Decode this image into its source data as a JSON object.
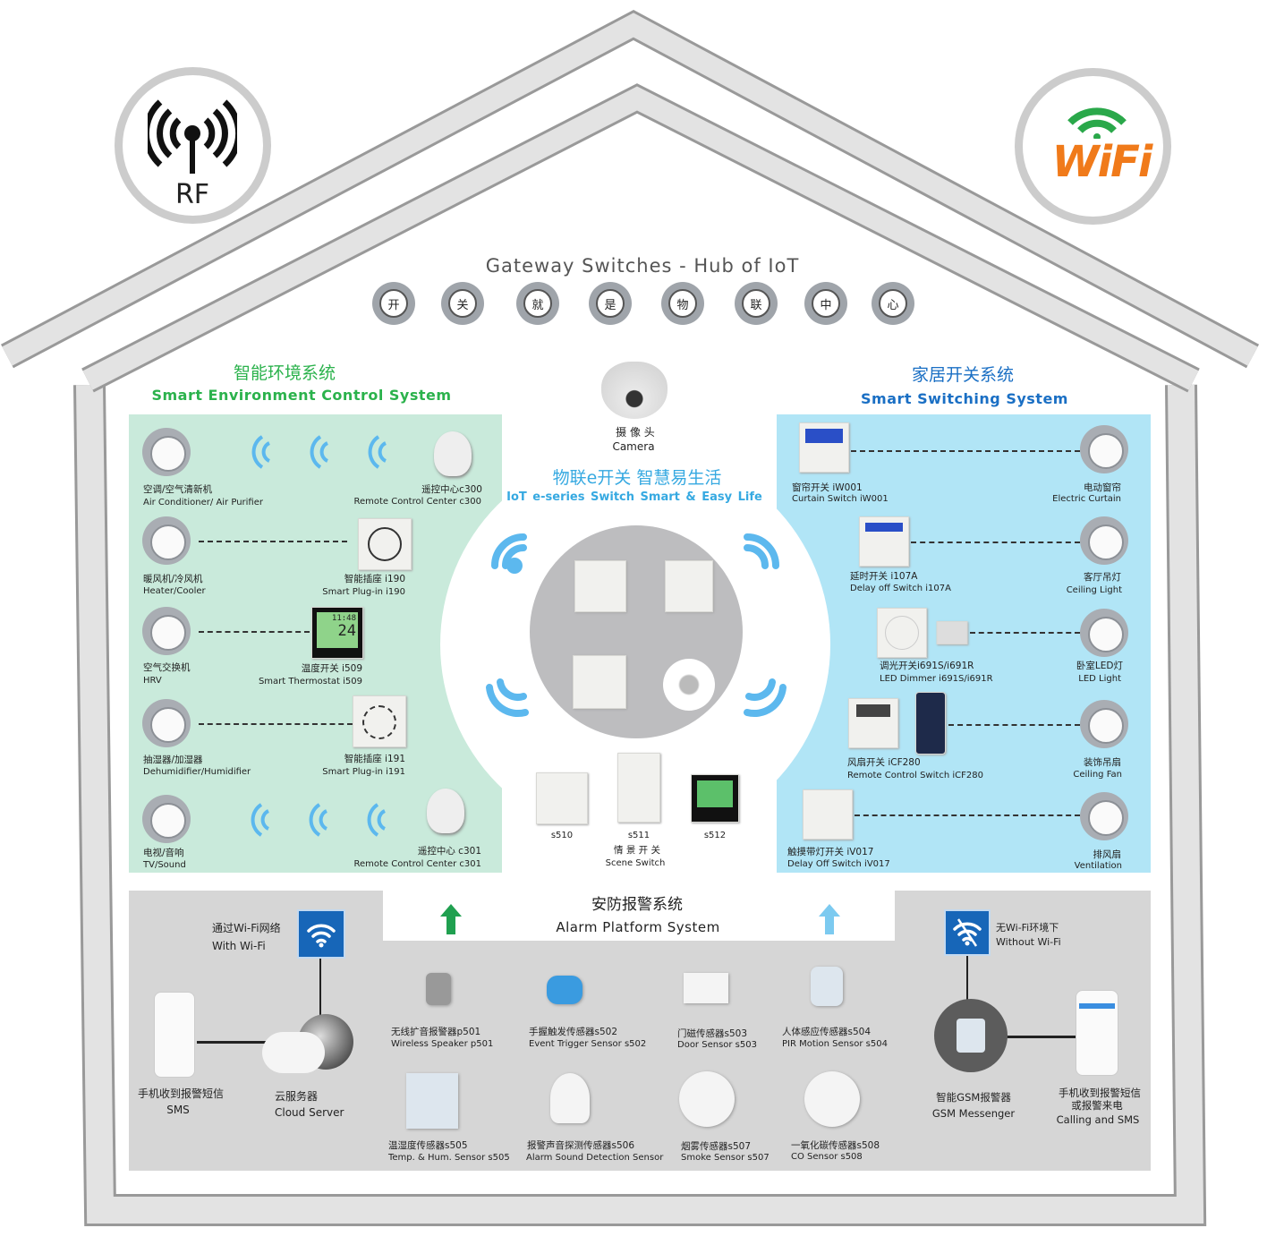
{
  "badges": {
    "rf": "RF",
    "wifi": "WiFi"
  },
  "gateway": {
    "title": "Gateway Switches - Hub of IoT",
    "buttons": [
      "开",
      "关",
      "就",
      "是",
      "物",
      "联",
      "中",
      "心"
    ]
  },
  "env": {
    "title_zh": "智能环境系统",
    "title_en": "Smart Environment Control System",
    "color": "#2bb24c",
    "left": [
      {
        "zh": "空调/空气清新机",
        "en": "Air Conditioner/ Air Purifier"
      },
      {
        "zh": "暖风机/冷风机",
        "en": "Heater/Cooler"
      },
      {
        "zh": "空气交换机",
        "en": "HRV"
      },
      {
        "zh": "抽湿器/加湿器",
        "en": "Dehumidifier/Humidifier"
      },
      {
        "zh": "电视/音响",
        "en": "TV/Sound"
      }
    ],
    "right": [
      {
        "zh": "遥控中心c300",
        "en": "Remote Control Center c300"
      },
      {
        "zh": "智能插座 i190",
        "en": "Smart Plug-in i190"
      },
      {
        "zh": "温度开关 i509",
        "en": "Smart Thermostat i509"
      },
      {
        "zh": "智能插座 i191",
        "en": "Smart Plug-in i191"
      },
      {
        "zh": "遥控中心 c301",
        "en": "Remote Control Center c301"
      }
    ],
    "thermostat": {
      "time": "11:48",
      "temp": "24"
    }
  },
  "home": {
    "title_zh": "家居开关系统",
    "title_en": "Smart Switching System",
    "color": "#1a6fc4",
    "left": [
      {
        "zh": "窗帘开关 iW001",
        "en": "Curtain Switch iW001"
      },
      {
        "zh": "延时开关 i107A",
        "en": "Delay off Switch i107A"
      },
      {
        "zh": "调光开关i691S/i691R",
        "en": "LED Dimmer i691S/i691R"
      },
      {
        "zh": "风扇开关 iCF280",
        "en": "Remote Control Switch iCF280"
      },
      {
        "zh": "触摸带灯开关 iV017",
        "en": "Delay Off Switch iV017"
      }
    ],
    "right": [
      {
        "zh": "电动窗帘",
        "en": "Electric Curtain"
      },
      {
        "zh": "客厅吊灯",
        "en": "Ceiling Light"
      },
      {
        "zh": "卧室LED灯",
        "en": "LED Light"
      },
      {
        "zh": "装饰吊扇",
        "en": "Ceiling Fan"
      },
      {
        "zh": "排风扇",
        "en": "Ventilation"
      }
    ]
  },
  "center": {
    "camera_zh": "摄 像 头",
    "camera_en": "Camera",
    "slogan_zh": "物联e开关 智慧易生活",
    "slogan_en": "IoT e-series Switch  Smart & Easy Life",
    "accent": "#36a9e1",
    "scene": [
      "s510",
      "s511",
      "s512"
    ],
    "scene_zh": "情 景 开 关",
    "scene_en": "Scene Switch"
  },
  "alarm": {
    "title_zh": "安防报警系统",
    "title_en": "Alarm Platform System",
    "with_wifi": {
      "zh": "通过Wi-Fi网络",
      "en": "With Wi-Fi"
    },
    "sms": {
      "zh": "手机收到报警短信",
      "en": "SMS"
    },
    "cloud": {
      "zh": "云服务器",
      "en": "Cloud Server"
    },
    "without_wifi": {
      "zh": "无Wi-Fi环境下",
      "en": "Without Wi-Fi"
    },
    "gsm": {
      "zh": "智能GSM报警器",
      "en": "GSM Messenger"
    },
    "call": {
      "zh1": "手机收到报警短信",
      "zh2": "或报警来电",
      "en": "Calling and SMS"
    },
    "sensors": [
      {
        "zh": "无线扩音报警器p501",
        "en": "Wireless Speaker p501"
      },
      {
        "zh": "手握触发传感器s502",
        "en": "Event Trigger Sensor s502"
      },
      {
        "zh": "门磁传感器s503",
        "en": "Door Sensor s503"
      },
      {
        "zh": "人体感应传感器s504",
        "en": "PIR Motion Sensor s504"
      },
      {
        "zh": "温湿度传感器s505",
        "en": "Temp. & Hum. Sensor s505"
      },
      {
        "zh": "报警声音探测传感器s506",
        "en": "Alarm Sound Detection Sensor"
      },
      {
        "zh": "烟雾传感器s507",
        "en": "Smoke Sensor s507"
      },
      {
        "zh": "一氧化碳传感器s508",
        "en": "CO Sensor s508"
      }
    ]
  }
}
